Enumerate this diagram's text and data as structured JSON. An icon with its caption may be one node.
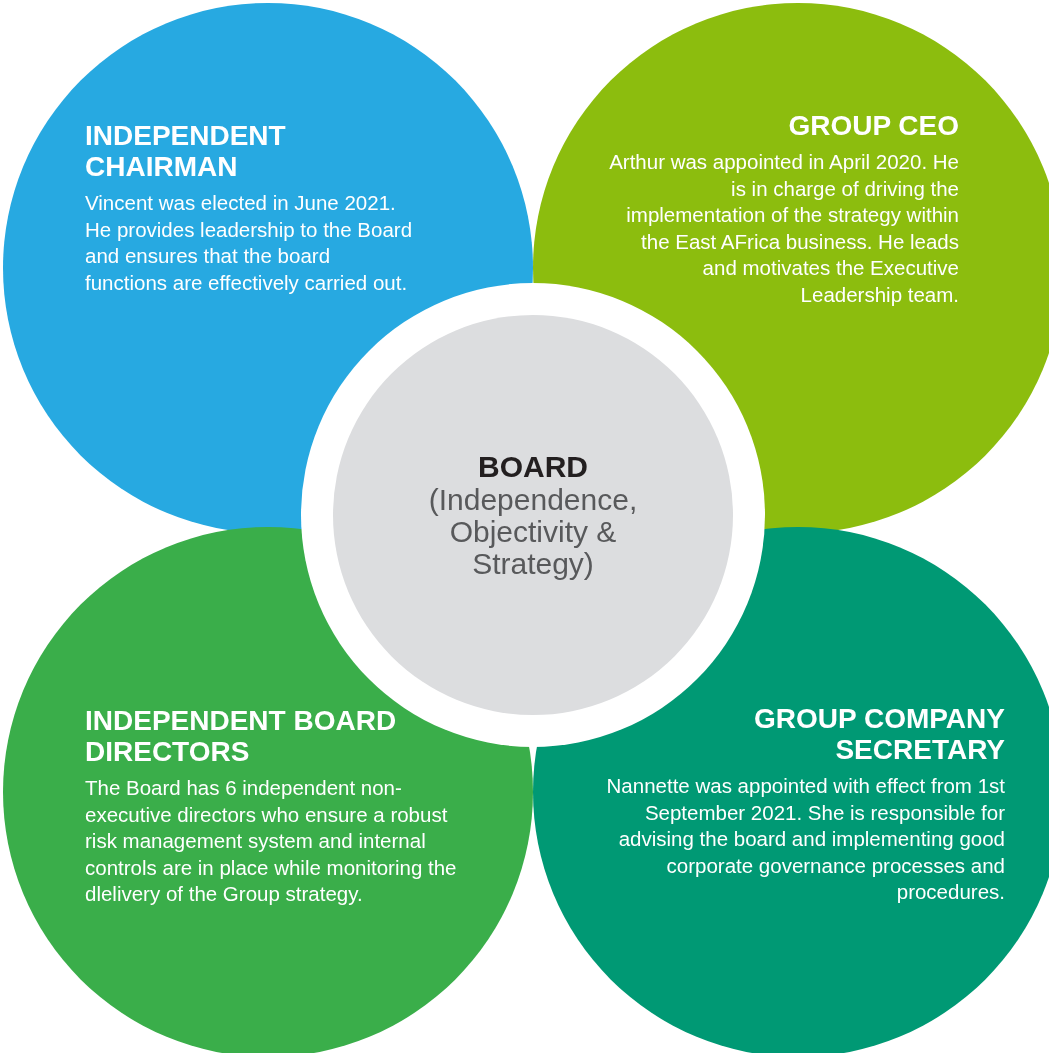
{
  "diagram": {
    "nodes": [
      {
        "text": [
          "INDEPENDENT CHAIRMAN",
          "Vincent was elected in June 2021. He provides leadership to the Board and ensures that the board functions are effectively carried out."
        ]
      },
      {
        "text": [
          "GROUP CEO",
          "Arthur was appointed in April 2020. He is in charge of driving the implementation of the strategy within the East AFrica business. He leads and motivates the Executive Leadership team."
        ]
      },
      {
        "text": [
          "BOARD",
          "(Independence, Objectivity & Strategy)"
        ]
      },
      {
        "text": [
          "INDEPENDENT BOARD DIRECTORS",
          "The Board has 6 independent non-executive directors who ensure a robust risk management system and internal controls are in place  while monitoring the dlelivery of the Group strategy."
        ]
      },
      {
        "text": [
          "GROUP COMPANY SECRETARY",
          "Nannette was appointed with effect from 1st September 2021. She is responsible for advising the board and implementing good corporate governance processes and procedures."
        ]
      }
    ]
  }
}
